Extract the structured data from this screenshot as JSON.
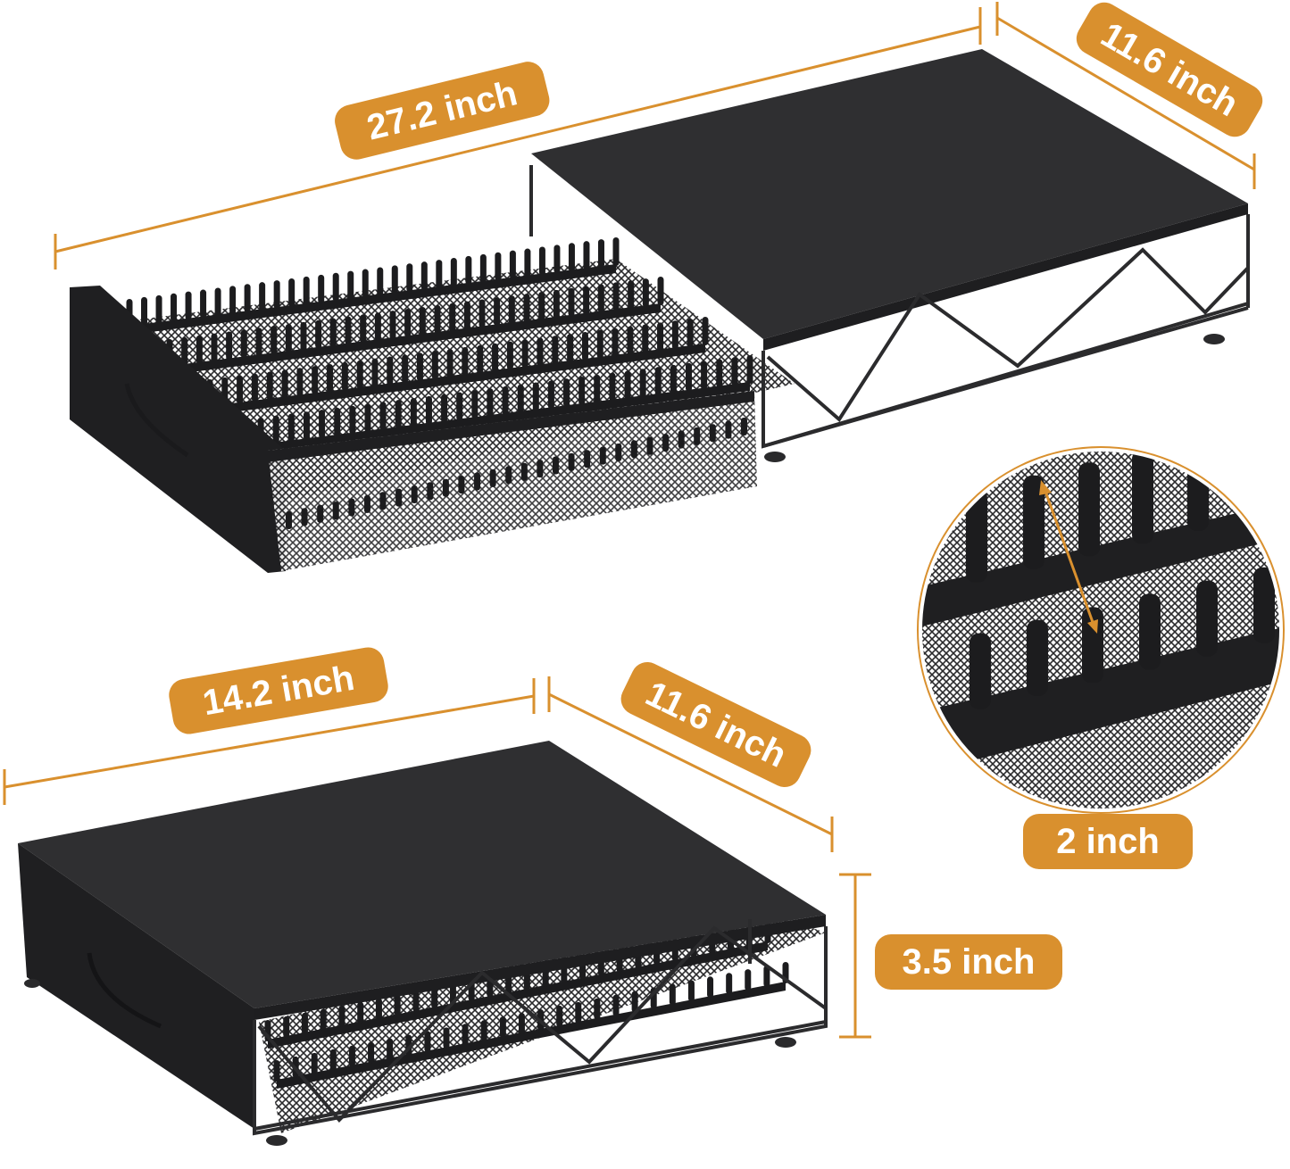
{
  "accent_color": "#d9902e",
  "product_color": "#2f2f31",
  "dimensions": {
    "extended_length": "27.2 inch",
    "extended_depth": "11.6 inch",
    "closed_length": "14.2 inch",
    "closed_depth": "11.6 inch",
    "height": "3.5 inch",
    "slot_spacing": "2 inch"
  }
}
